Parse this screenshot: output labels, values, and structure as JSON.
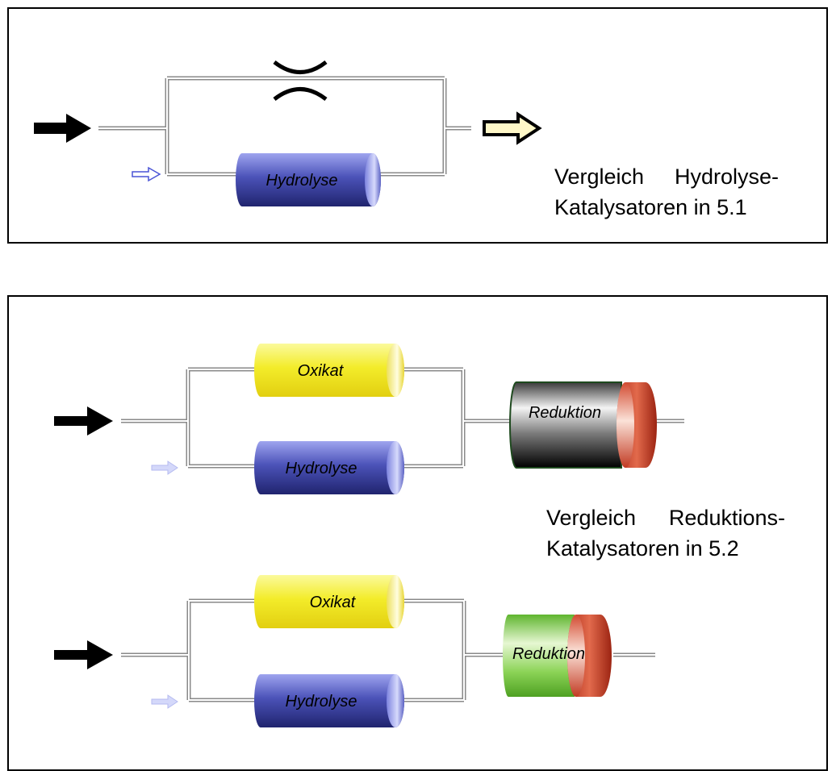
{
  "diagram_1": {
    "catalyst_label": "Hydrolyse",
    "caption_word_1": "Vergleich",
    "caption_word_2": "Hydrolyse-",
    "caption_line_2": "Katalysatoren in 5.1"
  },
  "diagram_2": {
    "upper": {
      "oxikat_label": "Oxikat",
      "hydrolyse_label": "Hydrolyse",
      "reduktion_label": "Reduktion"
    },
    "lower": {
      "oxikat_label": "Oxikat",
      "hydrolyse_label": "Hydrolyse",
      "reduktion_label": "Reduktion"
    },
    "caption_word_1": "Vergleich",
    "caption_word_2": "Reduktions-",
    "caption_line_2": "Katalysatoren in 5.2"
  },
  "colors": {
    "hydrolyse_blue": "#3a3f9c",
    "oxikat_yellow": "#f2ec2e",
    "reduktion_black": "#1a1a1a",
    "reduktion_green": "#72c83a",
    "cap_red": "#c8462e",
    "outlet_arrow_fill": "#fff8c8",
    "small_arrow_blue": "#4a54d6"
  }
}
